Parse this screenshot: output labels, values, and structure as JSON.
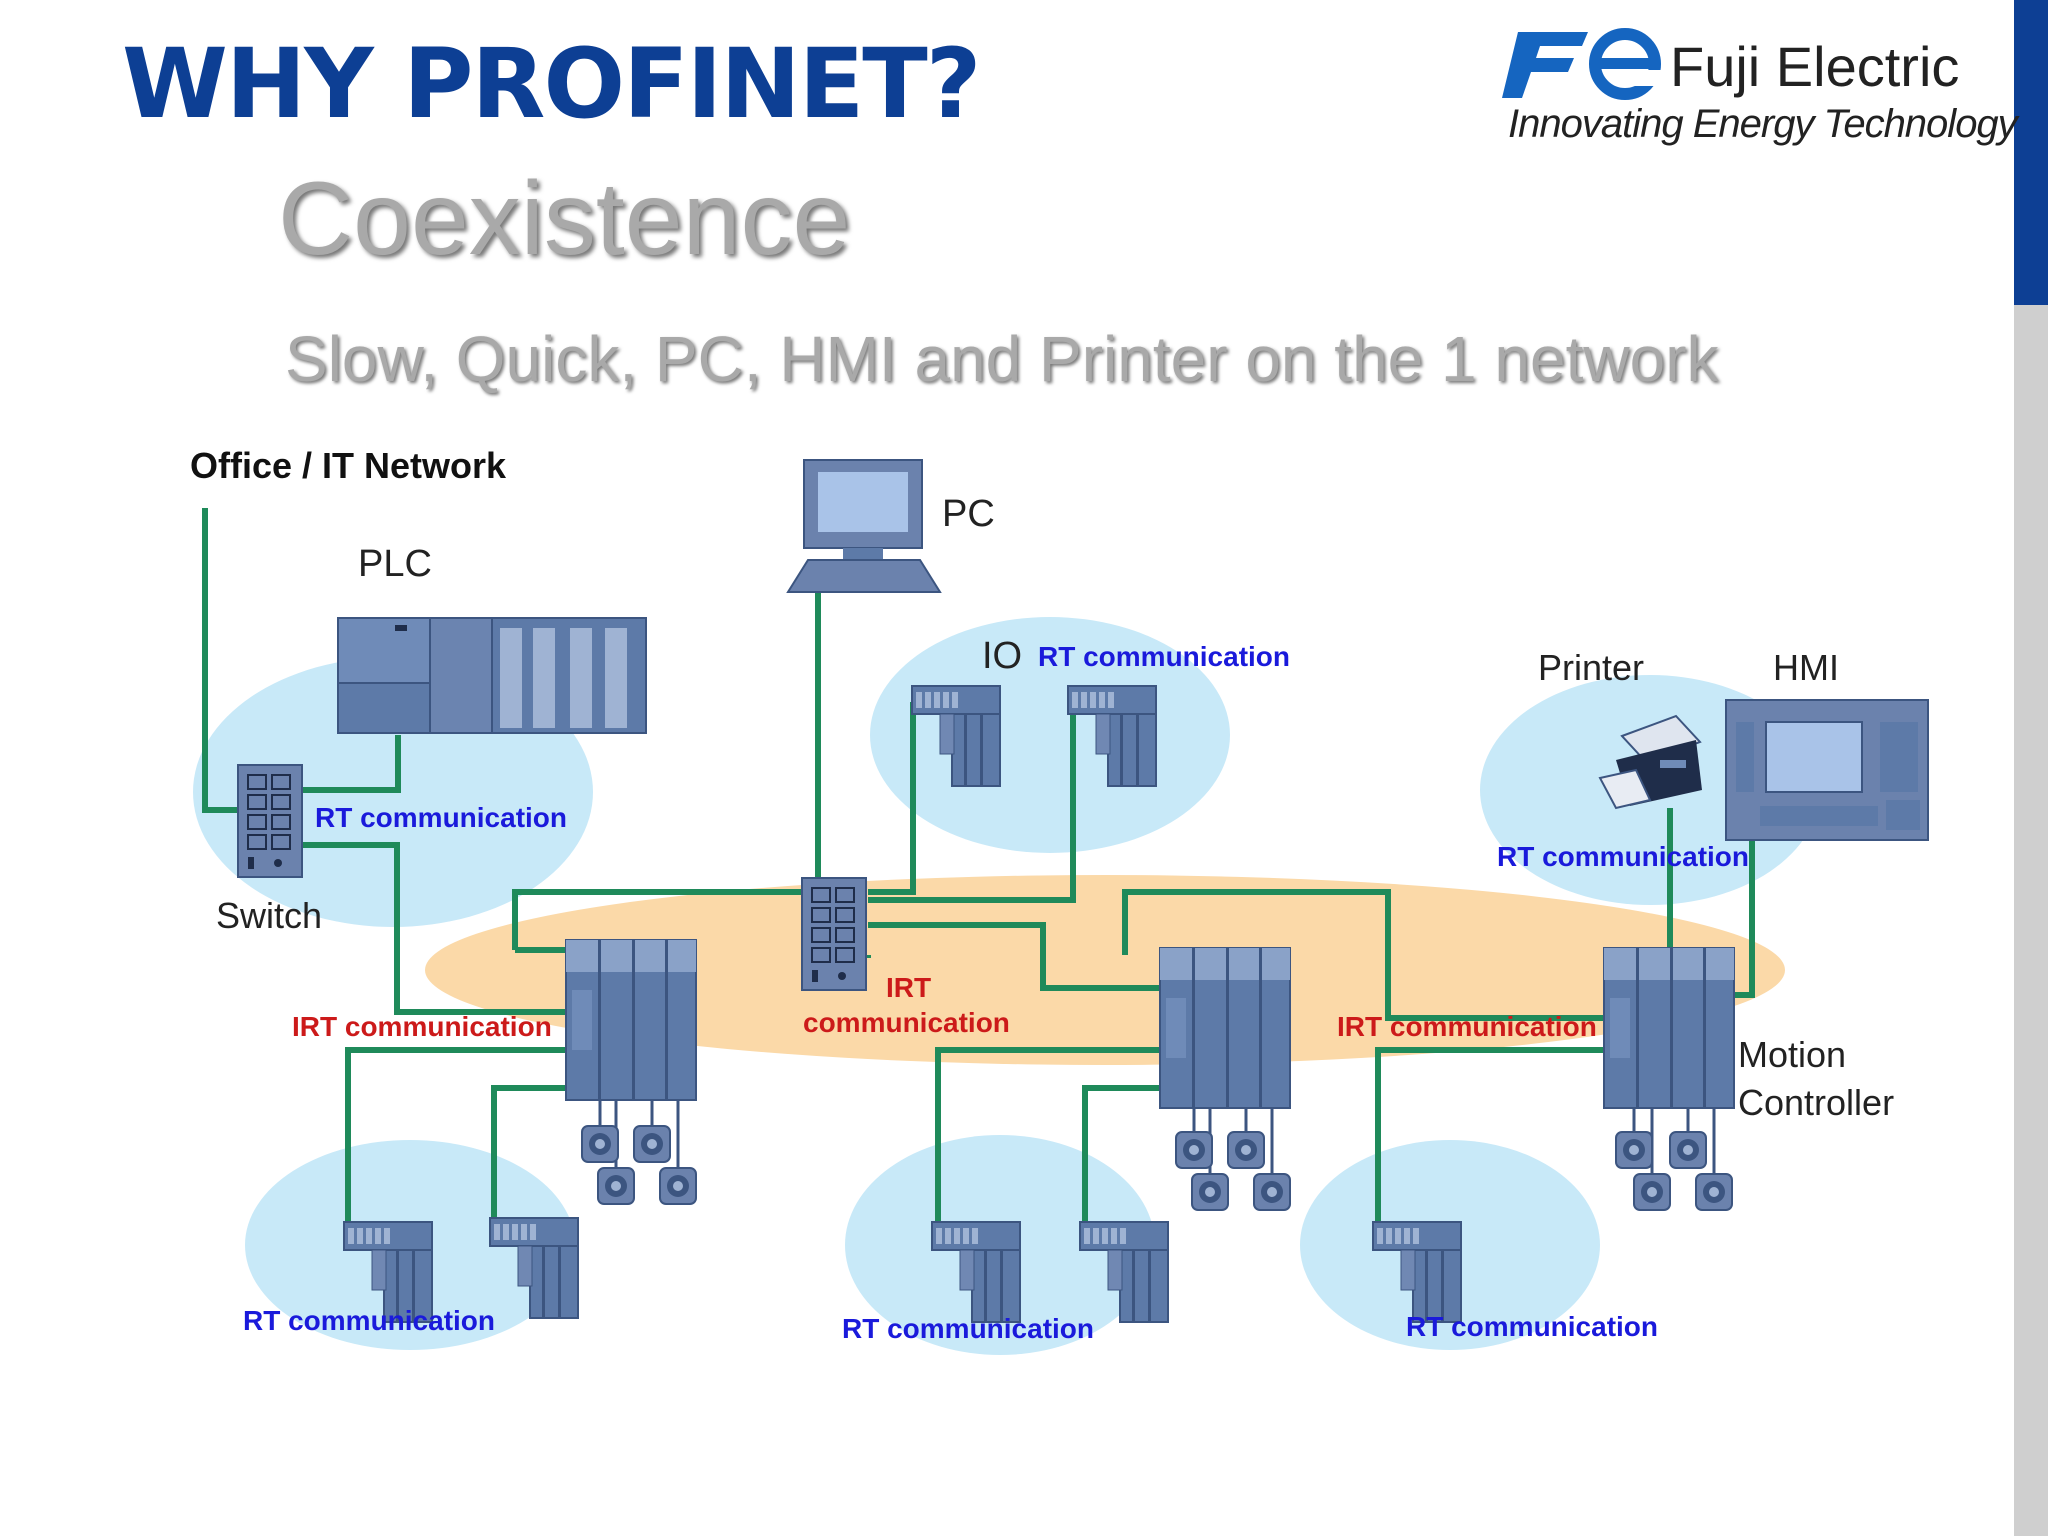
{
  "title": "WHY PROFINET?",
  "logo": {
    "name": "Fuji Electric",
    "tagline": "Innovating Energy Technology"
  },
  "subtitle": "Coexistence",
  "subline": "Slow, Quick, PC, HMI and Printer on the 1 network",
  "diagram": {
    "office_label": "Office / IT Network",
    "plc_label": "PLC",
    "pc_label": "PC",
    "io_label": "IO",
    "printer_label": "Printer",
    "hmi_label": "HMI",
    "switch_label": "Switch",
    "motion_label_line1": "Motion",
    "motion_label_line2": "Controller",
    "rt_label": "RT communication",
    "irt_label": "IRT communication",
    "irt_center_line1": "IRT",
    "irt_center_line2": "communication"
  },
  "colors": {
    "title": "#0d3f94",
    "rt_text": "#1a1adb",
    "irt_text": "#cc1a1a",
    "network_line": "#1f8a5a",
    "rt_zone": "#c8e9f8",
    "irt_zone": "#fbd9a8",
    "device": "#5d7aa8"
  }
}
